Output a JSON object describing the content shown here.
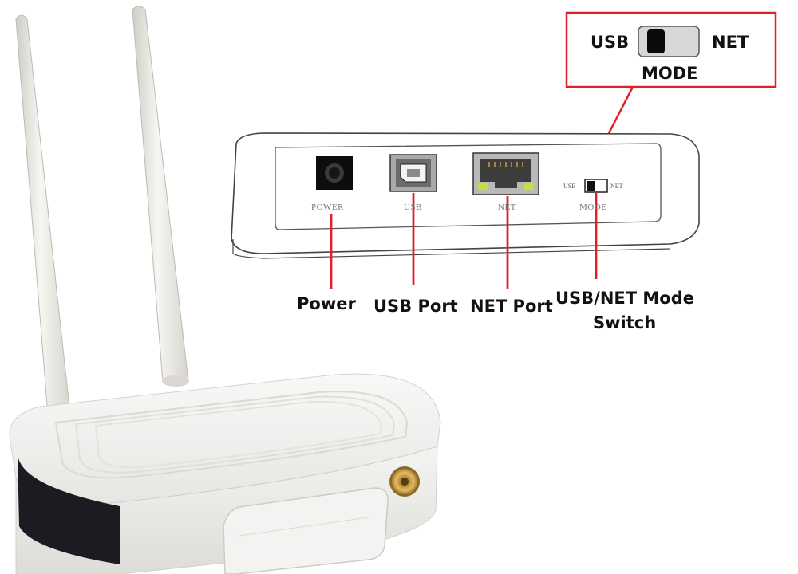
{
  "zoom_box": {
    "left_label": "USB",
    "right_label": "NET",
    "caption": "MODE"
  },
  "panel": {
    "power_caption": "POWER",
    "usb_caption": "USB",
    "net_caption": "NET",
    "mode_caption": "MODE",
    "switch_left": "USB",
    "switch_right": "NET"
  },
  "callouts": {
    "power": "Power",
    "usb_port": "USB Port",
    "net_port": "NET Port",
    "mode_switch_line1": "USB/NET Mode",
    "mode_switch_line2": "Switch"
  },
  "colors": {
    "callout_line": "#e0202a",
    "device_body": "#f2f2f0",
    "antenna": "#ecebe6",
    "brass_connector": "#c89b3c"
  }
}
